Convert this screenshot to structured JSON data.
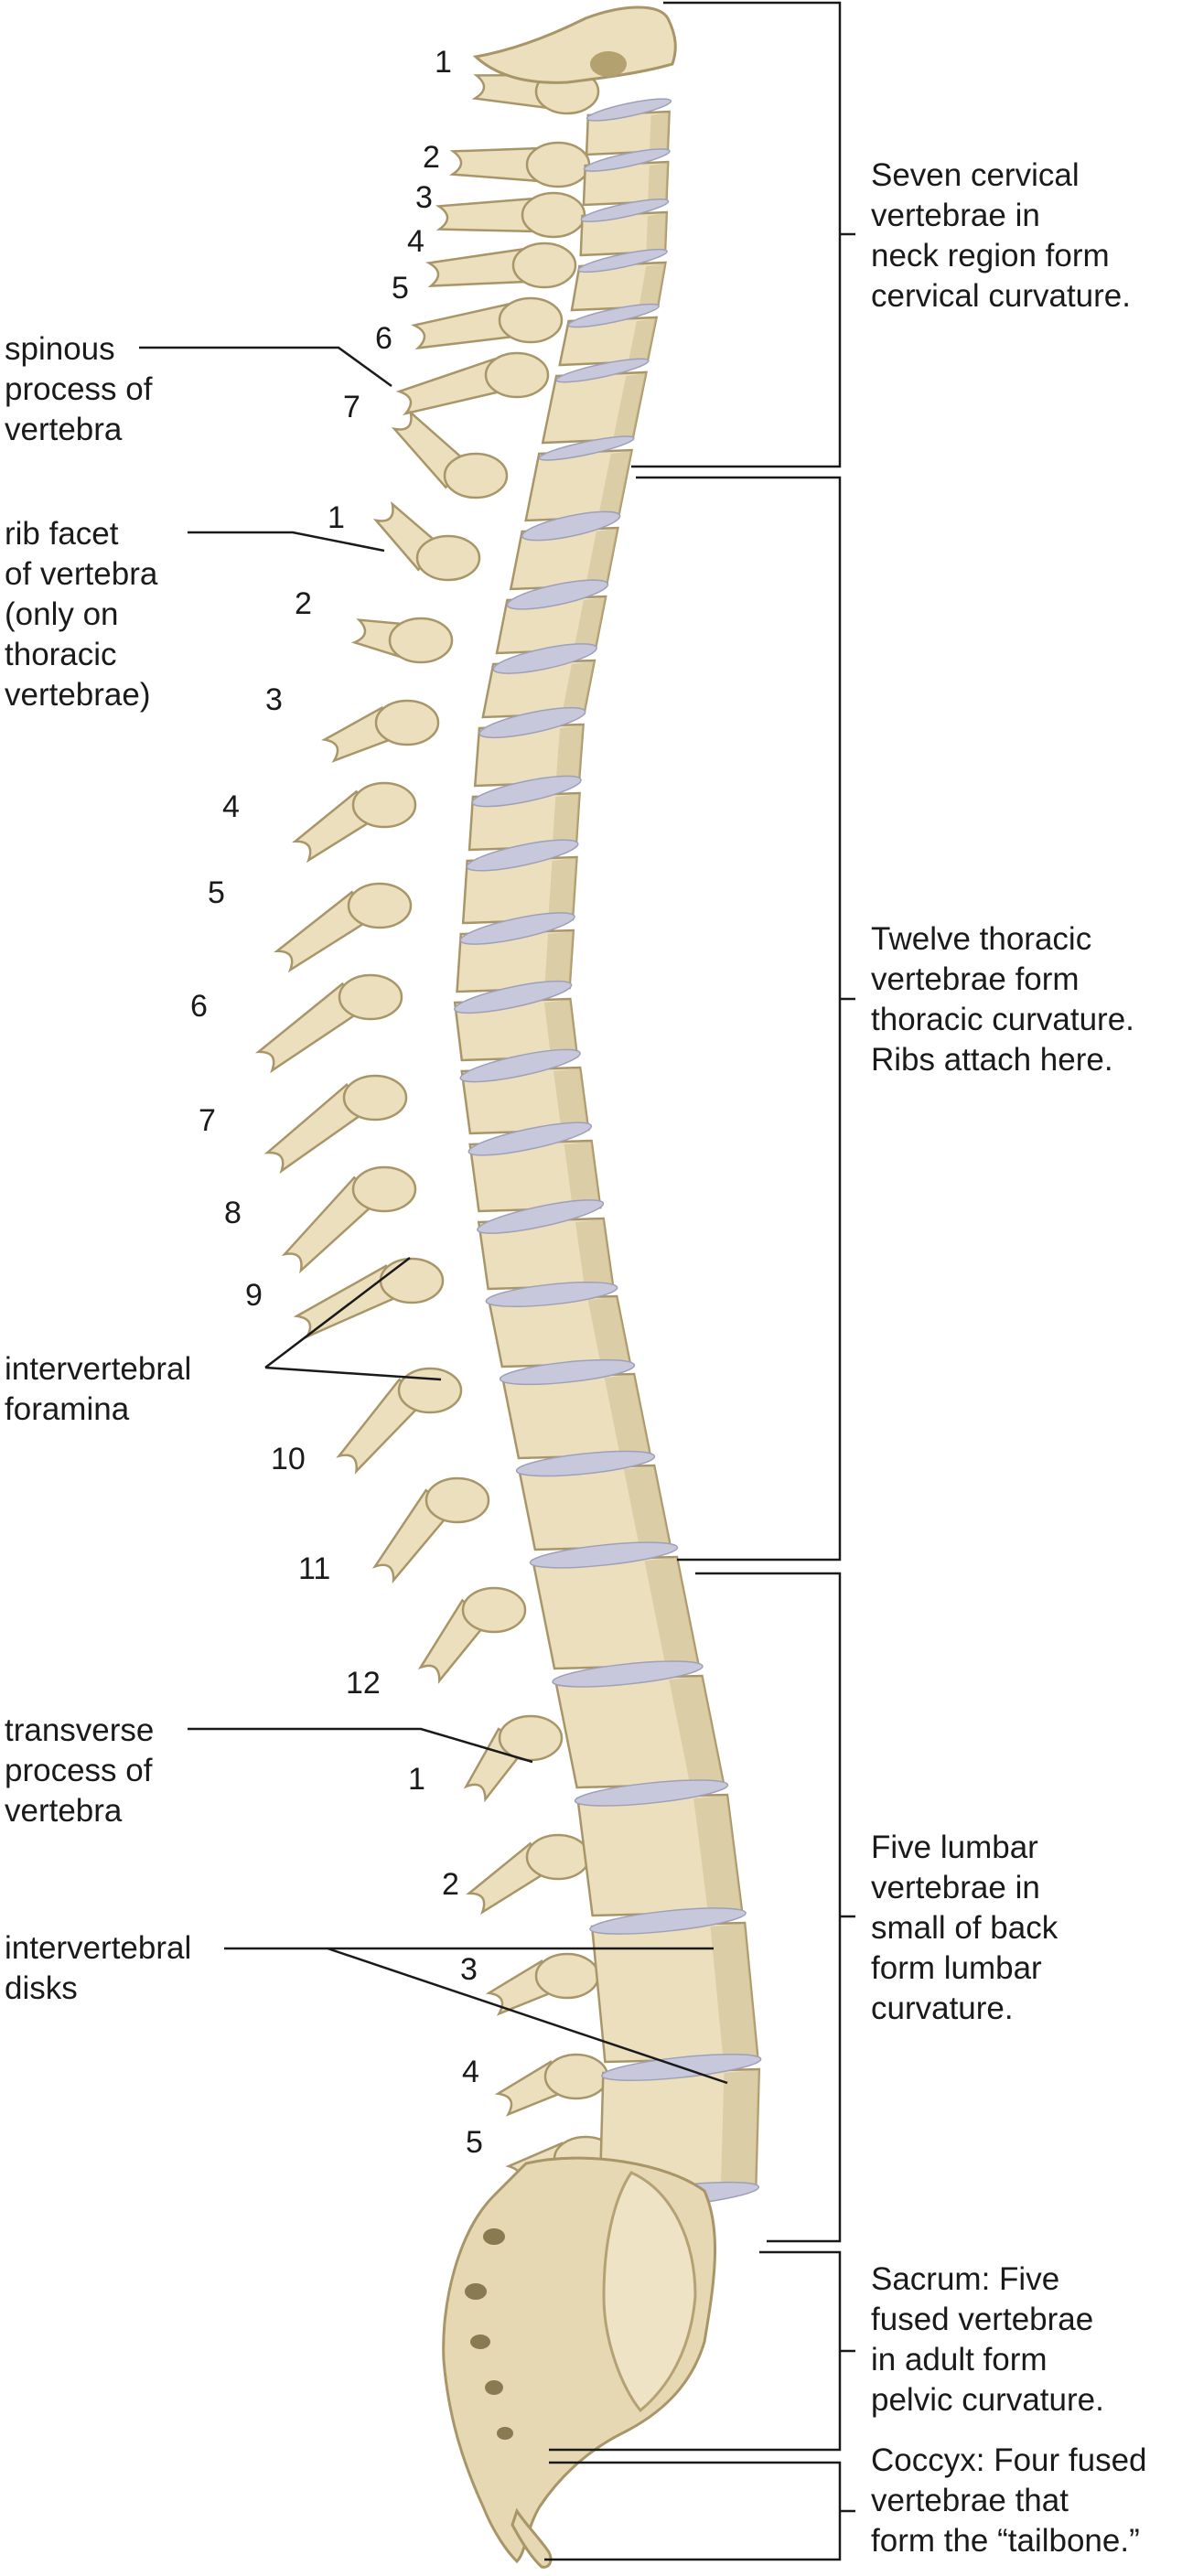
{
  "colors": {
    "bone": "#ebdfbd",
    "bone_shade": "#cdbd92",
    "bone_dark": "#a89668",
    "disk": "#c7c8dc",
    "line": "#1a1a1a"
  },
  "labels": {
    "spinous": "spinous\nprocess of\nvertebra",
    "rib_facet": "rib facet\nof vertebra\n(only on\nthoracic\nvertebrae)",
    "foramina": "intervertebral\nforamina",
    "transverse": "transverse\nprocess of\nvertebra",
    "disks": "intervertebral\ndisks"
  },
  "descriptions": {
    "cervical": "Seven cervical\nvertebrae in\nneck region form\ncervical curvature.",
    "thoracic": "Twelve thoracic\nvertebrae form\nthoracic curvature.\nRibs attach here.",
    "lumbar": "Five lumbar\nvertebrae in\nsmall of back\nform lumbar\ncurvature.",
    "sacrum": "Sacrum: Five\nfused vertebrae\nin adult form\npelvic curvature.",
    "coccyx": "Coccyx: Four fused\nvertebrae that\nform the “tailbone.”"
  },
  "cervical_numbers": [
    "1",
    "2",
    "3",
    "4",
    "5",
    "6",
    "7"
  ],
  "thoracic_numbers": [
    "1",
    "2",
    "3",
    "4",
    "5",
    "6",
    "7",
    "8",
    "9",
    "10",
    "11",
    "12"
  ],
  "lumbar_numbers": [
    "1",
    "2",
    "3",
    "4",
    "5"
  ]
}
